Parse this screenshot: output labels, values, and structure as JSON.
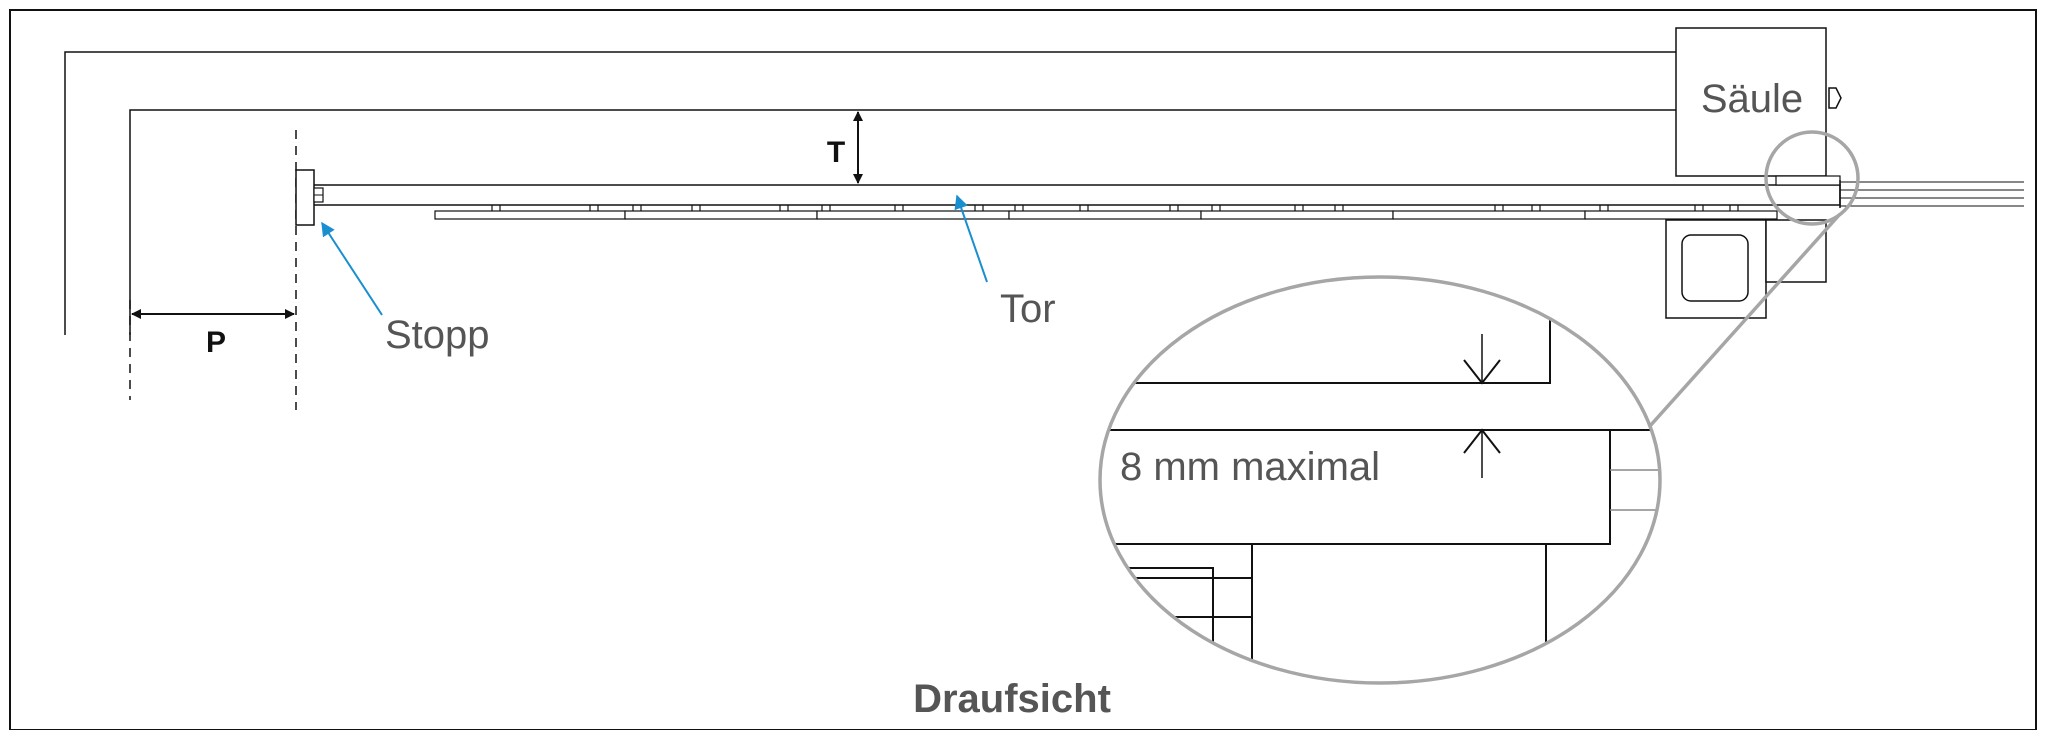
{
  "labels": {
    "saeule": "Säule",
    "stopp": "Stopp",
    "tor": "Tor",
    "dim_t": "T",
    "dim_p": "P",
    "max_gap": "8 mm maximal",
    "caption": "Draufsicht"
  },
  "colors": {
    "line": "#111111",
    "arrow": "#1a8fd0",
    "circle": "#a6a6a6",
    "text": "#555555"
  }
}
